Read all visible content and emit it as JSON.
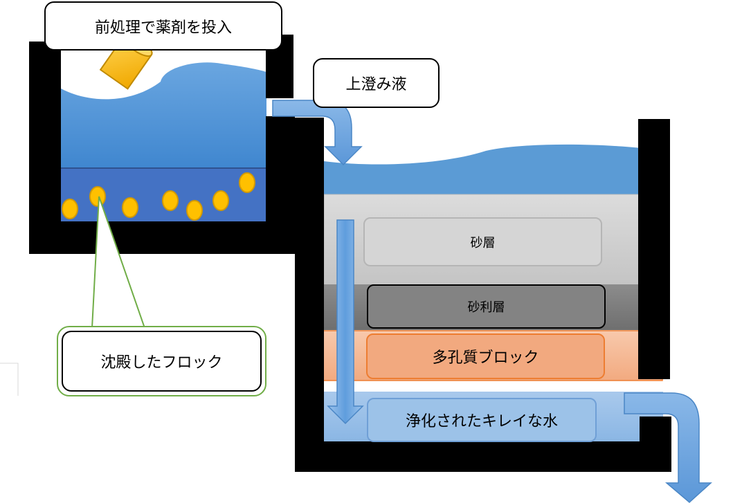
{
  "labels": {
    "pretreatment": "前処理で薬剤を投入",
    "supernatant": "上澄み液",
    "sediment": "沈殿したフロック",
    "sand": "砂層",
    "gravel": "砂利層",
    "porous": "多孔質ブロック",
    "clean_water": "浄化されたキレイな水"
  },
  "colors": {
    "tank_wall": "#000000",
    "water": "#5b9bd5",
    "floc_layer": "#4472c4",
    "floc_particle": "#ffc000",
    "sand_layer": "#d9d9d9",
    "gravel_layer": "#7f7f7f",
    "porous_layer": "#f4b183",
    "clean_water_layer": "#9dc3e6",
    "arrow": "#7aabe0",
    "callout_green": "#70ad47"
  },
  "icons": {
    "chemical": "chemical-canister-icon",
    "flow_arrow": "flow-arrow-icon"
  }
}
